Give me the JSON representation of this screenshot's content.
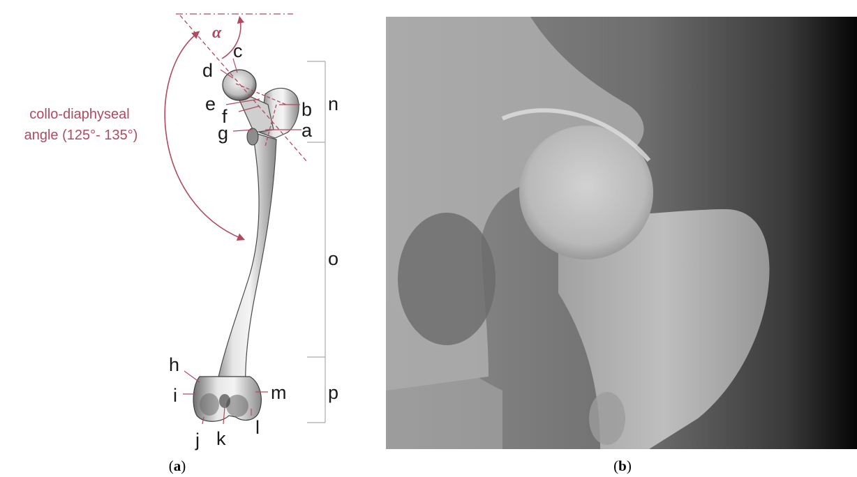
{
  "panel_a": {
    "angle_symbol": "α",
    "angle_label_line1": "collo-diaphyseal",
    "angle_label_line2": "angle (125°- 135°)",
    "labels": {
      "a": "a",
      "b": "b",
      "c": "c",
      "d": "d",
      "e": "e",
      "f": "f",
      "g": "g",
      "h": "h",
      "i": "i",
      "j": "j",
      "k": "k",
      "l": "l",
      "m": "m",
      "n": "n",
      "o": "o",
      "p": "p"
    },
    "caption_letter": "a"
  },
  "panel_b": {
    "caption_letter": "b"
  },
  "colors": {
    "accent": "#b04a5f",
    "label": "#1a1a1a",
    "bracket": "#aaaaaa"
  }
}
